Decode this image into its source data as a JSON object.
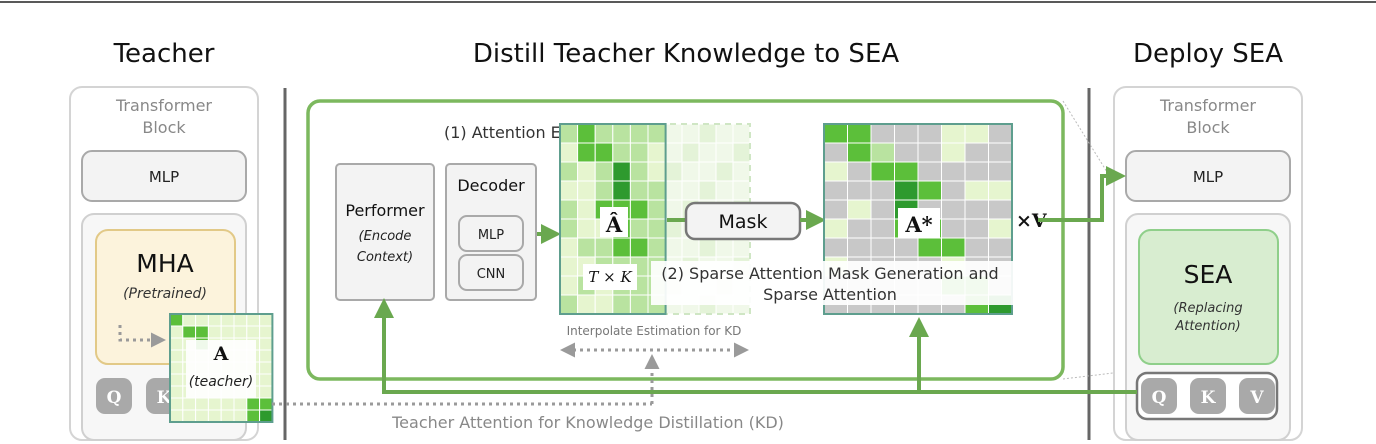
{
  "headings": {
    "teacher": "Teacher",
    "distill": "Distill Teacher Knowledge to SEA",
    "deploy": "Deploy SEA"
  },
  "teacher_panel": {
    "block_title_line1": "Transformer",
    "block_title_line2": "Block",
    "mlp": "MLP",
    "mha_title": "MHA",
    "mha_sub": "(Pretrained)",
    "attn_symbol": "A",
    "attn_sub": "(teacher)",
    "q": "Q",
    "k": "K"
  },
  "distill_panel": {
    "performer_title": "Performer",
    "performer_sub_line1": "(Encode",
    "performer_sub_line2": "Context)",
    "decoder_title": "Decoder",
    "decoder_mlp": "MLP",
    "decoder_cnn": "CNN",
    "attention_estimation_label": "(1) Attention Estimation",
    "a_hat_symbol": "Â",
    "size_label": "T × K",
    "mask_label": "Mask",
    "a_star_symbol": "A*",
    "times_v": "×V",
    "sparse_label_line1": "(2) Sparse Attention Mask Generation and",
    "sparse_label_line2": "Sparse Attention",
    "interpolate_label": "Interpolate Estimation for KD",
    "kd_label": "Teacher Attention for Knowledge Distillation (KD)"
  },
  "deploy_panel": {
    "block_title_line1": "Transformer",
    "block_title_line2": "Block",
    "mlp": "MLP",
    "sea_title": "SEA",
    "sea_sub_line1": "(Replacing",
    "sea_sub_line2": "Attention)",
    "q": "Q",
    "k": "K",
    "v": "V"
  },
  "colors": {
    "green_dark": "#2e9a2e",
    "green_mid": "#5cbf3a",
    "green_light": "#b9e3a0",
    "green_pale": "#e6f5cf",
    "arrow_green": "#6aa84f",
    "grey_cell": "#c8c8c8",
    "mha_fill": "#fcf3dc",
    "mha_border": "#e2c987",
    "sea_fill": "#d8edd0",
    "sea_border": "#8fcf8a"
  },
  "matrices": {
    "a_hat": [
      [
        2,
        3,
        2,
        2,
        2,
        2
      ],
      [
        1,
        3,
        3,
        2,
        2,
        1
      ],
      [
        2,
        1,
        2,
        4,
        2,
        1
      ],
      [
        1,
        1,
        2,
        4,
        2,
        2
      ],
      [
        2,
        1,
        3,
        3,
        3,
        2
      ],
      [
        2,
        1,
        1,
        3,
        2,
        2
      ],
      [
        1,
        2,
        2,
        3,
        3,
        2
      ],
      [
        1,
        1,
        2,
        2,
        2,
        2
      ],
      [
        1,
        2,
        1,
        2,
        2,
        2
      ],
      [
        2,
        1,
        1,
        2,
        2,
        2
      ]
    ],
    "a_star": [
      [
        3,
        3,
        0,
        0,
        0,
        1,
        1,
        0
      ],
      [
        0,
        3,
        2,
        0,
        0,
        1,
        0,
        0
      ],
      [
        1,
        0,
        3,
        3,
        0,
        0,
        0,
        0
      ],
      [
        0,
        0,
        0,
        4,
        3,
        0,
        1,
        1
      ],
      [
        0,
        1,
        0,
        4,
        0,
        0,
        0,
        0
      ],
      [
        1,
        0,
        0,
        3,
        3,
        0,
        0,
        1
      ],
      [
        0,
        0,
        0,
        0,
        3,
        3,
        0,
        0
      ],
      [
        1,
        0,
        0,
        0,
        0,
        1,
        0,
        0
      ],
      [
        0,
        0,
        0,
        0,
        0,
        3,
        3,
        0
      ],
      [
        0,
        0,
        0,
        0,
        0,
        0,
        3,
        4
      ]
    ],
    "teacher": [
      [
        3,
        1,
        1,
        1,
        1,
        1,
        1,
        1
      ],
      [
        1,
        3,
        3,
        1,
        1,
        1,
        1,
        1
      ],
      [
        1,
        1,
        3,
        1,
        1,
        1,
        1,
        1
      ],
      [
        1,
        1,
        1,
        1,
        1,
        1,
        1,
        1
      ],
      [
        1,
        1,
        1,
        1,
        1,
        1,
        1,
        1
      ],
      [
        1,
        1,
        1,
        1,
        1,
        1,
        1,
        1
      ],
      [
        1,
        1,
        1,
        1,
        1,
        1,
        1,
        1
      ],
      [
        1,
        1,
        1,
        1,
        1,
        1,
        3,
        3
      ],
      [
        1,
        1,
        1,
        1,
        1,
        1,
        3,
        4
      ]
    ]
  }
}
